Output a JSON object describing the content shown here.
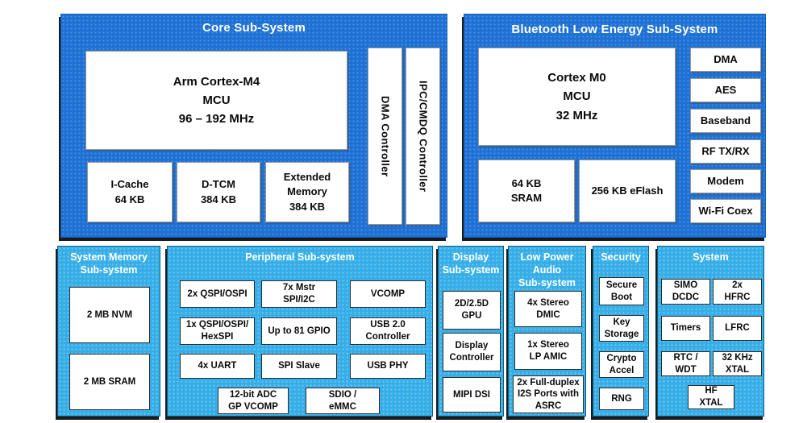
{
  "palette": {
    "dark_blue": "#1d70d4",
    "light_blue": "#35aee8",
    "shadow": "#0a0a0a",
    "box_bg": "#ffffff"
  },
  "core": {
    "title": "Core Sub-System",
    "cpu": "Arm Cortex-M4\nMCU\n96 – 192 MHz",
    "mem": [
      "I-Cache\n64 KB",
      "D-TCM\n384 KB",
      "Extended\nMemory\n384 KB"
    ],
    "vertical": [
      "DMA Controller",
      "IPC/CMDQ Controller"
    ]
  },
  "ble": {
    "title": "Bluetooth Low Energy Sub-System",
    "cpu": "Cortex M0\nMCU\n32 MHz",
    "mem": [
      "64 KB\nSRAM",
      "256 KB eFlash"
    ],
    "side": [
      "DMA",
      "AES",
      "Baseband",
      "RF TX/RX",
      "Modem",
      "Wi-Fi Coex"
    ]
  },
  "system_memory": {
    "title": "System Memory\nSub-system",
    "items": [
      "2 MB NVM",
      "2 MB SRAM"
    ]
  },
  "peripheral": {
    "title": "Peripheral Sub-system",
    "grid": [
      "2x QSPI/OSPI",
      "7x Mstr\nSPI/I2C",
      "VCOMP",
      "1x QSPI/OSPI/\nHexSPI",
      "Up to 81 GPIO",
      "USB 2.0\nController",
      "4x UART",
      "SPI Slave",
      "USB PHY"
    ],
    "bottom": [
      "12-bit ADC\nGP VCOMP",
      "SDIO /\neMMC"
    ]
  },
  "display": {
    "title": "Display\nSub-system",
    "items": [
      "2D/2.5D\nGPU",
      "Display\nController",
      "MIPI DSI"
    ]
  },
  "audio": {
    "title": "Low Power\nAudio\nSub-system",
    "items": [
      "4x Stereo\nDMIC",
      "1x Stereo\nLP AMIC",
      "2x Full-duplex\nI2S Ports with\nASRC"
    ]
  },
  "security": {
    "title": "Security",
    "items": [
      "Secure\nBoot",
      "Key\nStorage",
      "Crypto\nAccel",
      "RNG"
    ]
  },
  "system": {
    "title": "System",
    "grid": [
      "SIMO\nDCDC",
      "2x\nHFRC",
      "Timers",
      "LFRC",
      "RTC /\nWDT",
      "32 KHz\nXTAL"
    ],
    "bottom": "HF\nXTAL"
  }
}
